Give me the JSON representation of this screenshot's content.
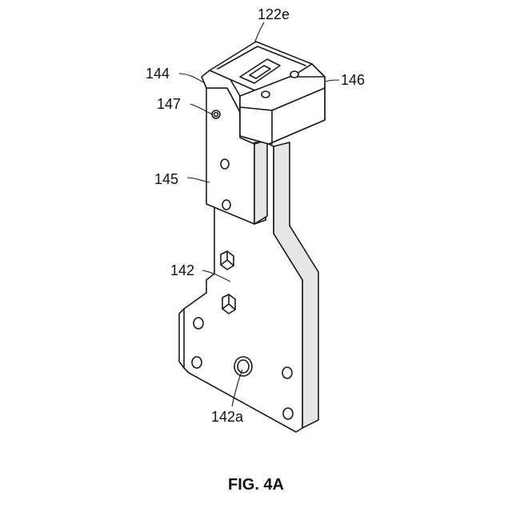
{
  "figure": {
    "caption": "FIG. 4A",
    "labels": {
      "ref_122e": "122e",
      "ref_144": "144",
      "ref_146": "146",
      "ref_147": "147",
      "ref_145": "145",
      "ref_142": "142",
      "ref_142a": "142a"
    }
  }
}
